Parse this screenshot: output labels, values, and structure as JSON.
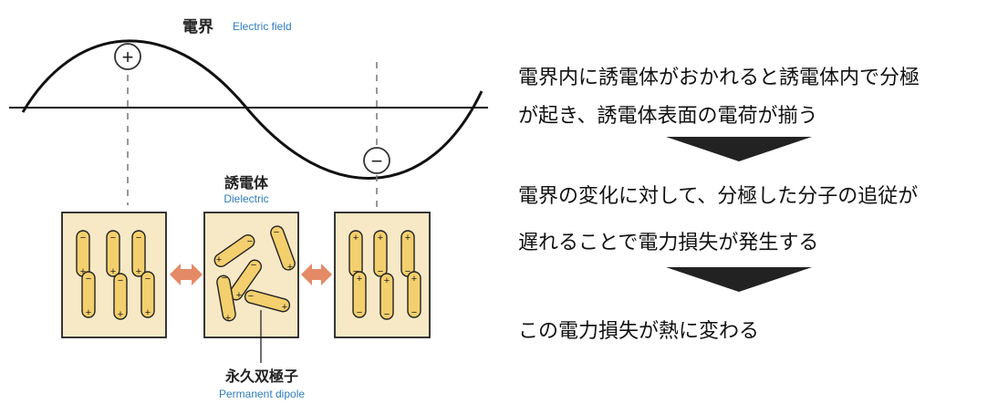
{
  "diagram": {
    "field_label_jp": "電界",
    "field_label_en": "Electric field",
    "plus_symbol": "+",
    "minus_symbol": "−",
    "dielectric_jp": "誘電体",
    "dielectric_en": "Dielectric",
    "dipole_jp": "永久双極子",
    "dipole_en": "Permanent dipole",
    "colors": {
      "box_fill": "#f7e9c6",
      "dipole_fill": "#f4cf6e",
      "arrow": "#e58a66",
      "label_blue": "#2f7dbd"
    }
  },
  "explanation": {
    "step1_line1": "電界内に誘電体がおかれると誘電体内で分極",
    "step1_line2": "が起き、誘電体表面の電荷が揃う",
    "step2_line1": "電界の変化に対して、分極した分子の追従が",
    "step2_line2": "遅れることで電力損失が発生する",
    "step3": "この電力損失が熱に変わる"
  }
}
